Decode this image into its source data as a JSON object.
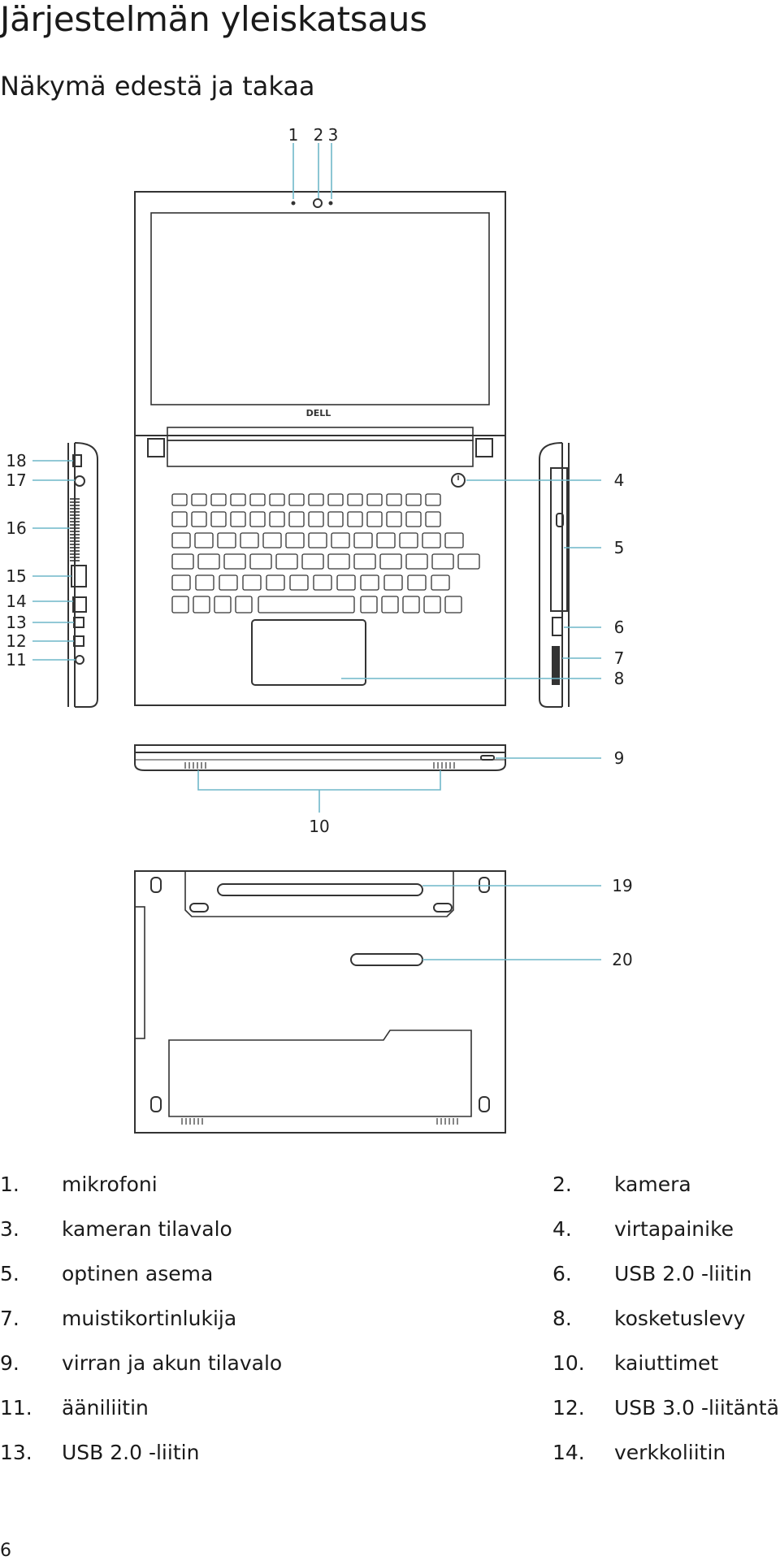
{
  "heading": {
    "title": "Järjestelmän yleiskatsaus",
    "subtitle": "Näkymä edestä ja takaa"
  },
  "callouts": [
    "1",
    "2",
    "3",
    "4",
    "5",
    "6",
    "7",
    "8",
    "9",
    "10",
    "11",
    "12",
    "13",
    "14",
    "15",
    "16",
    "17",
    "18",
    "19",
    "20"
  ],
  "diagram_text": {
    "logo": "DELL"
  },
  "legend": [
    {
      "num": "1.",
      "label": "mikrofoni"
    },
    {
      "num": "2.",
      "label": "kamera"
    },
    {
      "num": "3.",
      "label": "kameran tilavalo"
    },
    {
      "num": "4.",
      "label": "virtapainike"
    },
    {
      "num": "5.",
      "label": "optinen asema"
    },
    {
      "num": "6.",
      "label": "USB 2.0 -liitin"
    },
    {
      "num": "7.",
      "label": "muistikortinlukija"
    },
    {
      "num": "8.",
      "label": "kosketuslevy"
    },
    {
      "num": "9.",
      "label": "virran ja akun tilavalo"
    },
    {
      "num": "10.",
      "label": "kaiuttimet"
    },
    {
      "num": "11.",
      "label": "ääniliitin"
    },
    {
      "num": "12.",
      "label": "USB 3.0 -liitäntä"
    },
    {
      "num": "13.",
      "label": "USB 2.0 -liitin"
    },
    {
      "num": "14.",
      "label": "verkkoliitin"
    }
  ],
  "page_number": "6",
  "colors": {
    "leader_line": "#6fb7c9",
    "outline": "#333333"
  }
}
